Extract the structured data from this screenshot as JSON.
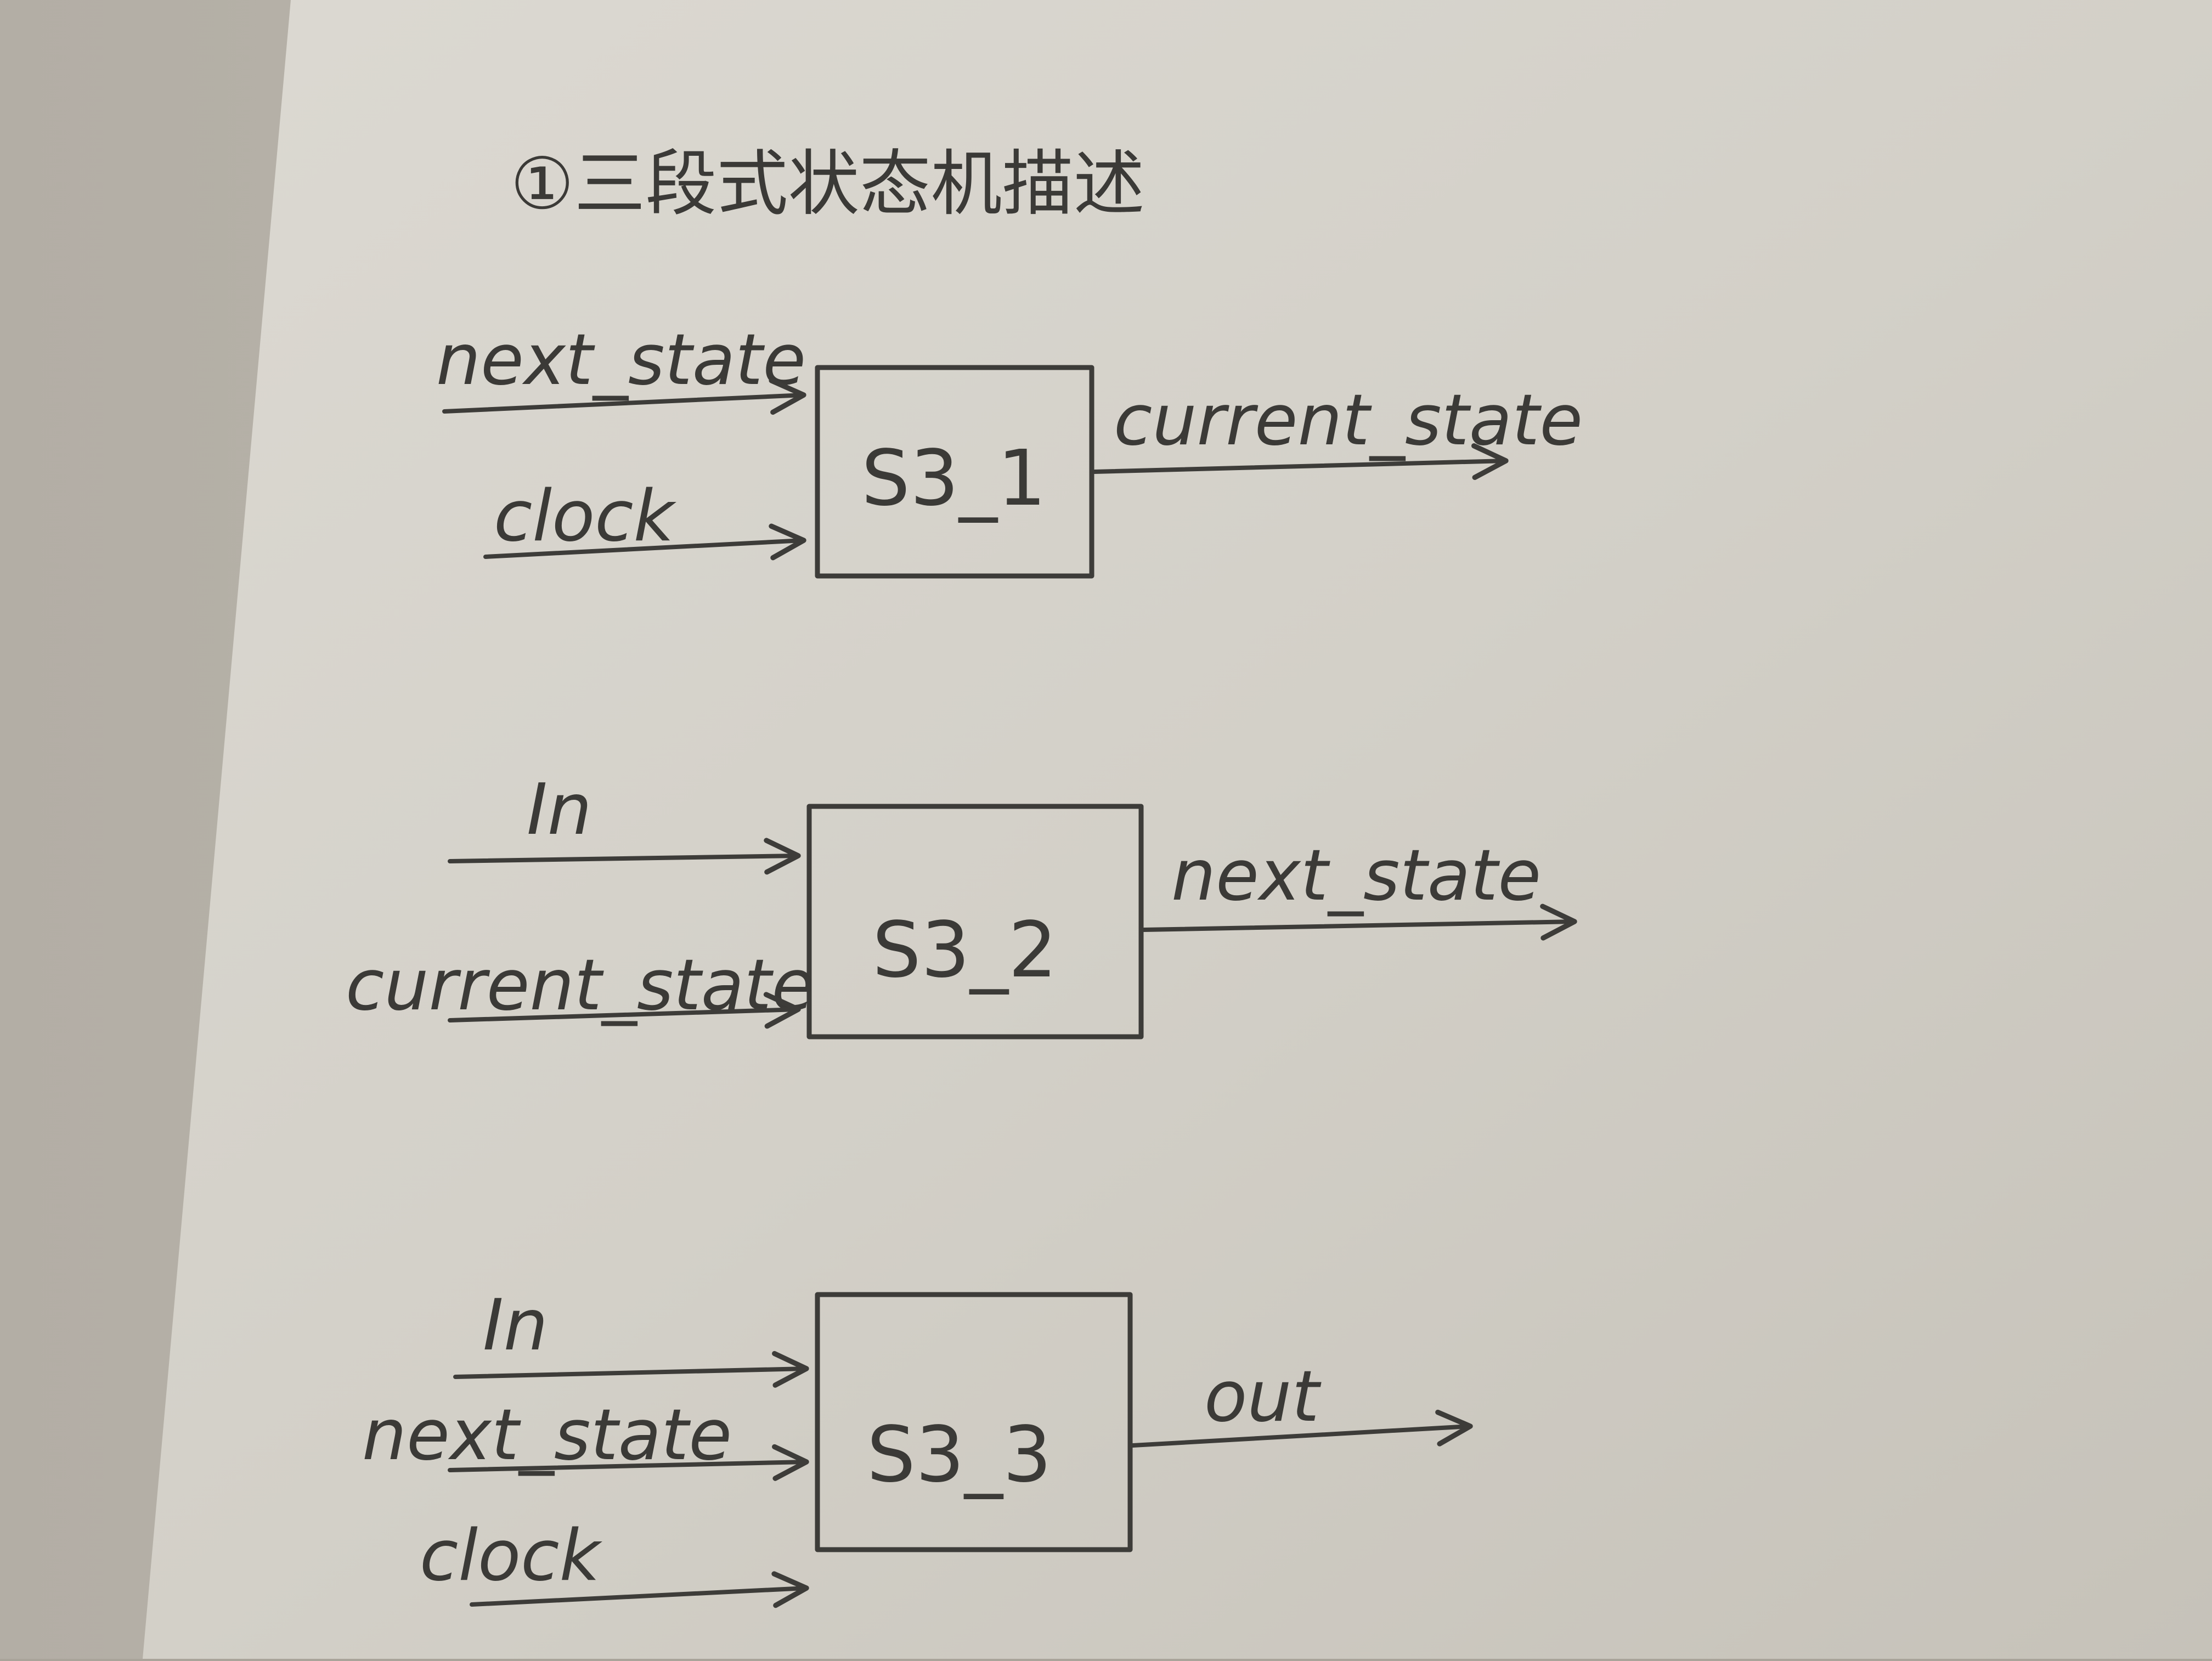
{
  "title": "①三段式状态机描述",
  "blocks": [
    {
      "id": "S3_1",
      "label": "S3_1",
      "inputs": [
        "next_state",
        "clock"
      ],
      "outputs": [
        "current_state"
      ]
    },
    {
      "id": "S3_2",
      "label": "S3_2",
      "inputs": [
        "In",
        "current_state"
      ],
      "outputs": [
        "next_state"
      ]
    },
    {
      "id": "S3_3",
      "label": "S3_3",
      "inputs": [
        "In",
        "next_state",
        "clock"
      ],
      "outputs": [
        "out"
      ]
    }
  ]
}
